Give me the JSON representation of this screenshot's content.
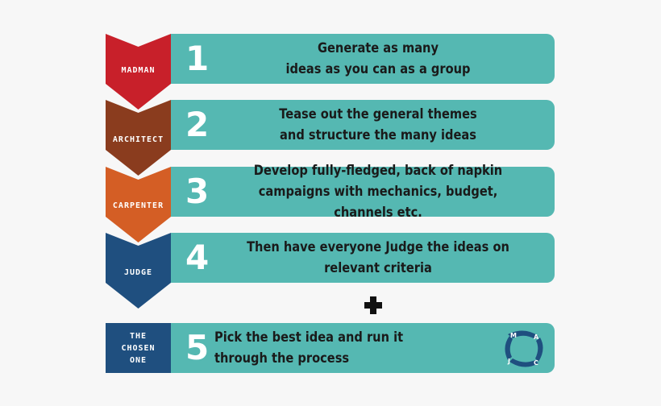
{
  "steps": [
    {
      "role": "MADMAN",
      "number": "1",
      "line1": "Generate as many",
      "line2": "ideas as you can as a group",
      "color": "#c8202a"
    },
    {
      "role": "ARCHITECT",
      "number": "2",
      "line1": "Tease out the general themes",
      "line2": "and structure the many ideas",
      "color": "#8a3c1e"
    },
    {
      "role": "CARPENTER",
      "number": "3",
      "line1": "Develop fully-fledged, back of napkin",
      "line2": "campaigns with mechanics, budget, channels etc.",
      "color": "#d45e25"
    },
    {
      "role": "JUDGE",
      "number": "4",
      "line1": "Then have everyone Judge the ideas on relevant criteria",
      "line2": "",
      "color": "#1f4f7f"
    }
  ],
  "plus_icon": "plus-icon",
  "final_step": {
    "role_line1": "THE",
    "role_line2": "CHOSEN",
    "role_line3": "ONE",
    "number": "5",
    "text": "Pick the best idea and run it through the process",
    "color": "#1f4f7f"
  },
  "logo": {
    "letters": [
      "M",
      "A",
      "J",
      "C"
    ],
    "icon": "mjac-cycle-logo"
  },
  "colors": {
    "bar": "#55b8b2",
    "text": "#1a1a1a"
  }
}
